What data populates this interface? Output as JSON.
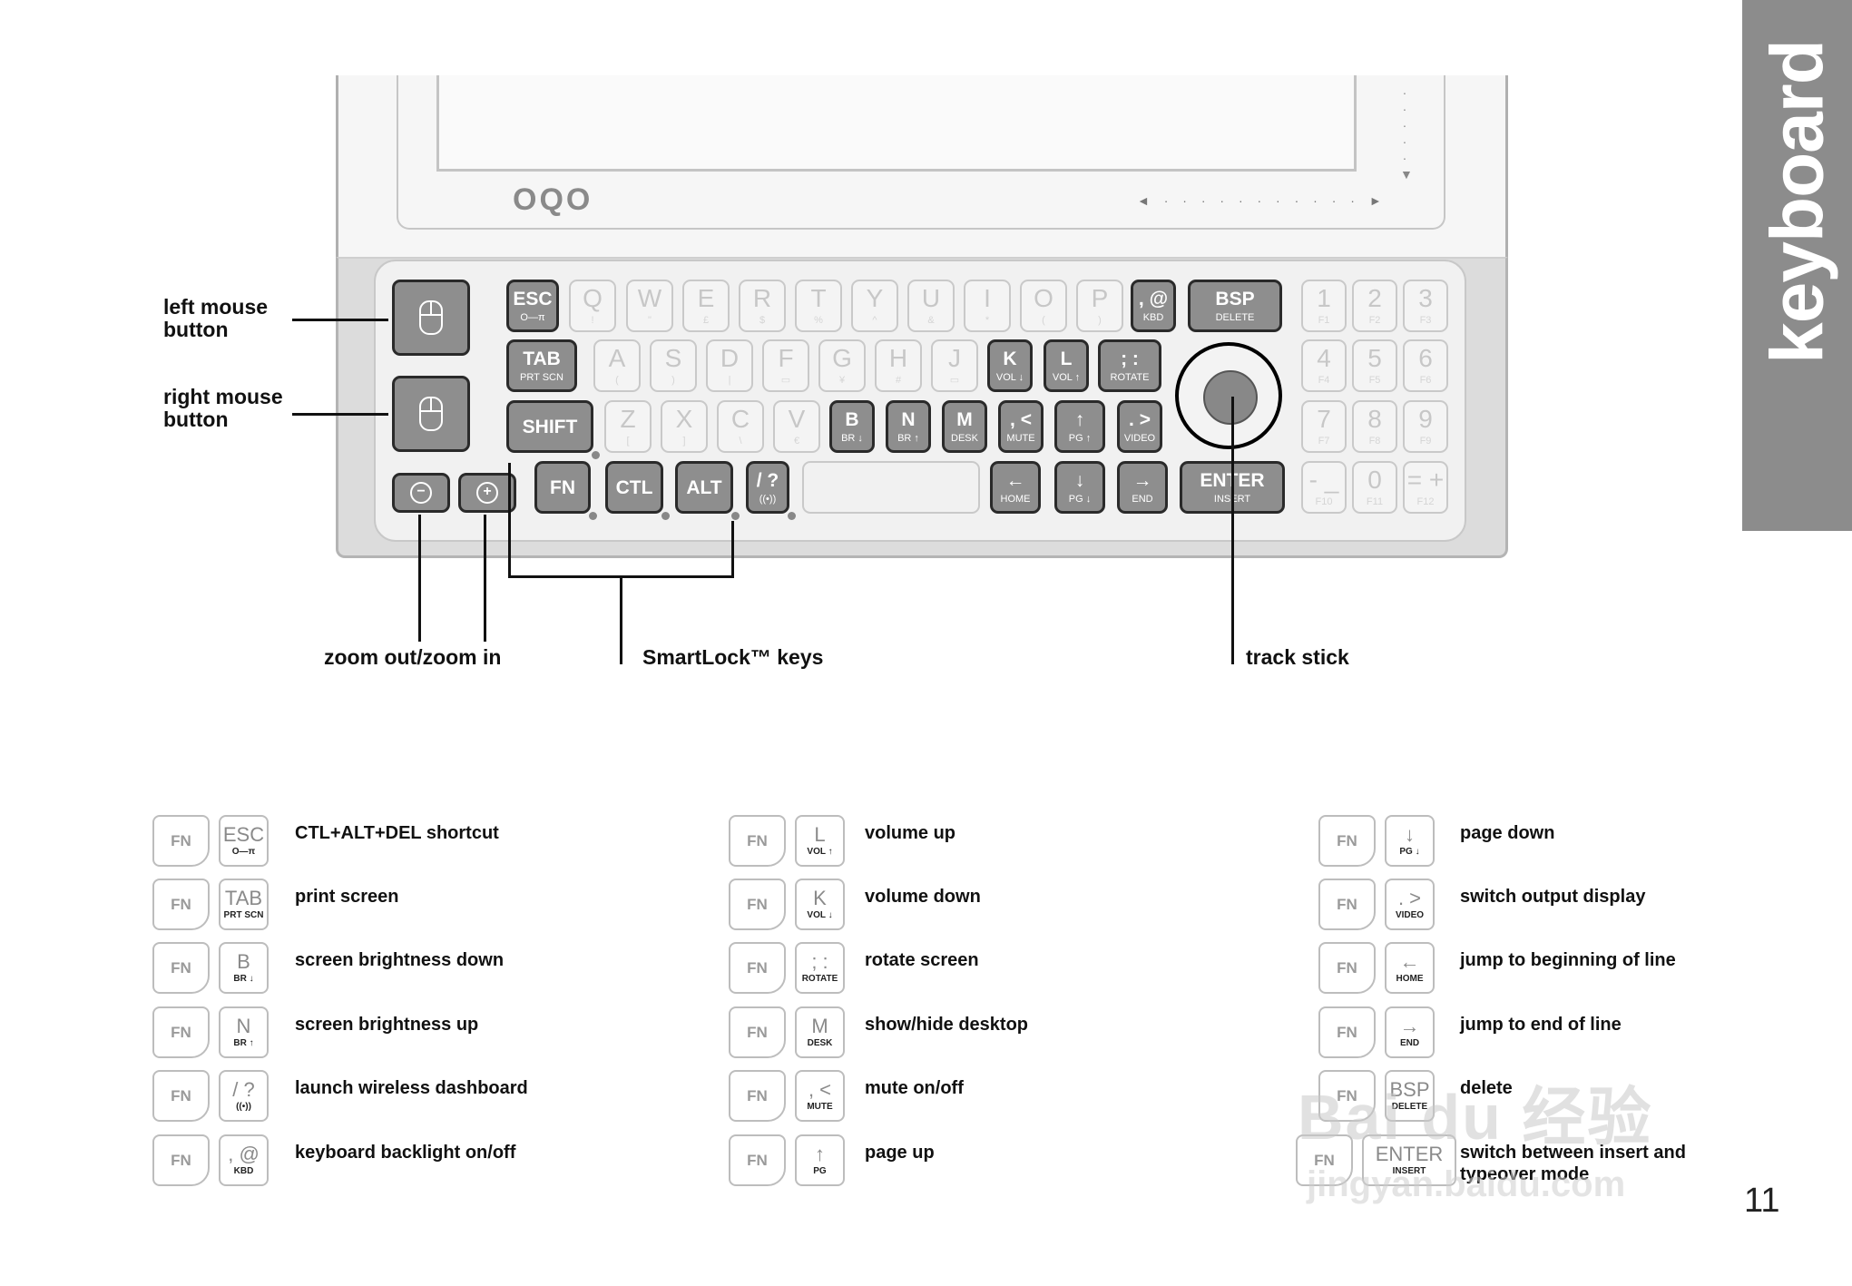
{
  "side_tab": "keyboard",
  "page_number": "11",
  "device": {
    "logo": "OQO"
  },
  "callouts": {
    "left_mouse": "left mouse\nbutton",
    "right_mouse": "right mouse\nbutton",
    "zoom": "zoom out/zoom in",
    "smartlock": "SmartLock™ keys",
    "trackstick": "track stick"
  },
  "keyboard": {
    "row1": [
      {
        "main": "ESC",
        "sub": "O—π",
        "style": "dark"
      },
      {
        "main": "Q",
        "sub": "!"
      },
      {
        "main": "W",
        "sub": "\""
      },
      {
        "main": "E",
        "sub": "£"
      },
      {
        "main": "R",
        "sub": "$"
      },
      {
        "main": "T",
        "sub": "%"
      },
      {
        "main": "Y",
        "sub": "^"
      },
      {
        "main": "U",
        "sub": "&"
      },
      {
        "main": "I",
        "sub": "*"
      },
      {
        "main": "O",
        "sub": "("
      },
      {
        "main": "P",
        "sub": ")"
      },
      {
        "main": ", @",
        "sub": "KBD",
        "style": "dark"
      },
      {
        "main": "BSP",
        "sub": "DELETE",
        "style": "dark"
      },
      {
        "main": "1",
        "sub": "F1"
      },
      {
        "main": "2",
        "sub": "F2"
      },
      {
        "main": "3",
        "sub": "F3"
      }
    ],
    "row2": [
      {
        "main": "TAB",
        "sub": "PRT SCN",
        "style": "dark"
      },
      {
        "main": "A",
        "sub": "("
      },
      {
        "main": "S",
        "sub": ")"
      },
      {
        "main": "D",
        "sub": "|"
      },
      {
        "main": "F",
        "sub": "▭"
      },
      {
        "main": "G",
        "sub": "¥"
      },
      {
        "main": "H",
        "sub": "#"
      },
      {
        "main": "J",
        "sub": "▭"
      },
      {
        "main": "K",
        "sub": "VOL ↓",
        "style": "dark"
      },
      {
        "main": "L",
        "sub": "VOL ↑",
        "style": "dark"
      },
      {
        "main": "; :",
        "sub": "ROTATE",
        "style": "dark"
      },
      {
        "main": "4",
        "sub": "F4"
      },
      {
        "main": "5",
        "sub": "F5"
      },
      {
        "main": "6",
        "sub": "F6"
      }
    ],
    "row3": [
      {
        "main": "SHIFT",
        "sub": "",
        "style": "dark"
      },
      {
        "main": "Z",
        "sub": "["
      },
      {
        "main": "X",
        "sub": "]"
      },
      {
        "main": "C",
        "sub": "\\"
      },
      {
        "main": "V",
        "sub": "€"
      },
      {
        "main": "B",
        "sub": "BR ↓",
        "style": "dark"
      },
      {
        "main": "N",
        "sub": "BR ↑",
        "style": "dark"
      },
      {
        "main": "M",
        "sub": "DESK",
        "style": "dark"
      },
      {
        "main": ", <",
        "sub": "MUTE",
        "style": "dark"
      },
      {
        "main": "↑",
        "sub": "PG ↑",
        "style": "dark"
      },
      {
        "main": ". >",
        "sub": "VIDEO",
        "style": "dark"
      },
      {
        "main": "7",
        "sub": "F7"
      },
      {
        "main": "8",
        "sub": "F8"
      },
      {
        "main": "9",
        "sub": "F9"
      }
    ],
    "row4": [
      {
        "main": "FN",
        "sub": "",
        "style": "dark"
      },
      {
        "main": "CTL",
        "sub": "",
        "style": "dark"
      },
      {
        "main": "ALT",
        "sub": "",
        "style": "dark"
      },
      {
        "main": "/ ?",
        "sub": "((•))",
        "style": "dark"
      },
      {
        "main": "←",
        "sub": "HOME",
        "style": "dark"
      },
      {
        "main": "↓",
        "sub": "PG ↓",
        "style": "dark"
      },
      {
        "main": "→",
        "sub": "END",
        "style": "dark"
      },
      {
        "main": "ENTER",
        "sub": "INSERT",
        "style": "dark"
      },
      {
        "main": "- _",
        "sub": "F10"
      },
      {
        "main": "0",
        "sub": "F11"
      },
      {
        "main": "= +",
        "sub": "F12"
      }
    ]
  },
  "legend": {
    "fn_label": "FN",
    "col1": [
      {
        "key_main": "ESC",
        "key_sub": "O—π",
        "text": "CTL+ALT+DEL shortcut"
      },
      {
        "key_main": "TAB",
        "key_sub": "PRT SCN",
        "text": "print screen"
      },
      {
        "key_main": "B",
        "key_sub": "BR ↓",
        "text": "screen brightness down"
      },
      {
        "key_main": "N",
        "key_sub": "BR ↑",
        "text": "screen brightness up"
      },
      {
        "key_main": "/ ?",
        "key_sub": "((•))",
        "text": "launch wireless dashboard"
      },
      {
        "key_main": ", @",
        "key_sub": "KBD",
        "text": "keyboard backlight on/off"
      }
    ],
    "col2": [
      {
        "key_main": "L",
        "key_sub": "VOL ↑",
        "text": "volume up"
      },
      {
        "key_main": "K",
        "key_sub": "VOL ↓",
        "text": "volume down"
      },
      {
        "key_main": "; :",
        "key_sub": "ROTATE",
        "text": "rotate screen"
      },
      {
        "key_main": "M",
        "key_sub": "DESK",
        "text": "show/hide desktop"
      },
      {
        "key_main": ", <",
        "key_sub": "MUTE",
        "text": "mute on/off"
      },
      {
        "key_main": "↑",
        "key_sub": "PG",
        "text": "page up"
      }
    ],
    "col3": [
      {
        "key_main": "↓",
        "key_sub": "PG ↓",
        "text": "page down"
      },
      {
        "key_main": ". >",
        "key_sub": "VIDEO",
        "text": "switch output display"
      },
      {
        "key_main": "←",
        "key_sub": "HOME",
        "text": "jump to beginning of line"
      },
      {
        "key_main": "→",
        "key_sub": "END",
        "text": "jump to end of line"
      },
      {
        "key_main": "BSP",
        "key_sub": "DELETE",
        "text": "delete"
      },
      {
        "key_main": "ENTER",
        "key_sub": "INSERT",
        "text": "switch between insert and\ntypeover mode"
      }
    ]
  },
  "watermark": {
    "main": "Bai du 经验",
    "sub": "jingyan.baidu.com"
  }
}
